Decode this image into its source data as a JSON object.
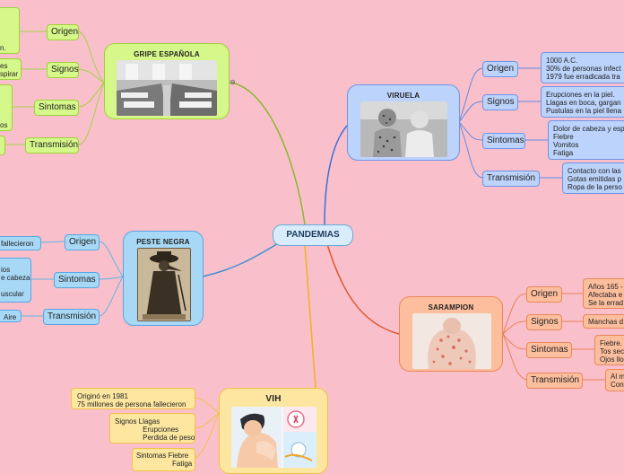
{
  "center": "PANDEMIAS",
  "colors": {
    "background": "#f9c0cb",
    "gripe": "#d6f78a",
    "peste": "#a7d8f5",
    "viruela": "#bcd3fb",
    "sarampion": "#fdbe9e",
    "vih": "#fde7a0"
  },
  "gripe": {
    "title": "GRIPE ESPAÑOLA",
    "image": "hospital-ward-photo",
    "branches": [
      "Origen",
      "Signos",
      "Sintomas",
      "Transmisión"
    ],
    "leaves": [
      "n.",
      "es\nspirar",
      "os",
      ""
    ]
  },
  "peste": {
    "title": "PESTE NEGRA",
    "image": "plague-doctor-illustration",
    "branches": [
      "Origen",
      "Sintomas",
      "Transmisión"
    ],
    "leaves": [
      "fallecieron",
      "ios\ne cabeza\n\nuscular",
      "Aire"
    ]
  },
  "viruela": {
    "title": "VIRUELA",
    "image": "smallpox-children-photo",
    "branches": [
      "Origen",
      "Signos",
      "Sintomas",
      "Transmisión"
    ],
    "leaves": [
      "1000 A.C.\n30% de personas infect\n1979 fue erradicada tra",
      "Erupciones en la piel.\nLlagas en boca, gargan\nPustulas en la piel llena",
      "Dolor de cabeza y esp\nFiebre\nVomitos\nFatiga",
      "Contacto con las\nGotas emitidas p\nRopa de la perso"
    ]
  },
  "sarampion": {
    "title": "SARAMPION",
    "image": "rash-back-photo",
    "branches": [
      "Origen",
      "Signos",
      "Sintomas",
      "Transmisión"
    ],
    "leaves": [
      "Años 165 -\nAfectaba e\nSe la errad",
      "Manchas d",
      "Fiebre.\nTos sec\nOjos llo",
      "Al m\nCont"
    ]
  },
  "vih": {
    "title": "VIH",
    "image": "vih-illustration",
    "leaves": [
      "Originó en 1981\n75 millones de persona fallecieron",
      "Signos Llagas\n              Erupciones\n              Perdida de peso",
      "Sintomas Fiebre\n                  Fatiga"
    ]
  }
}
